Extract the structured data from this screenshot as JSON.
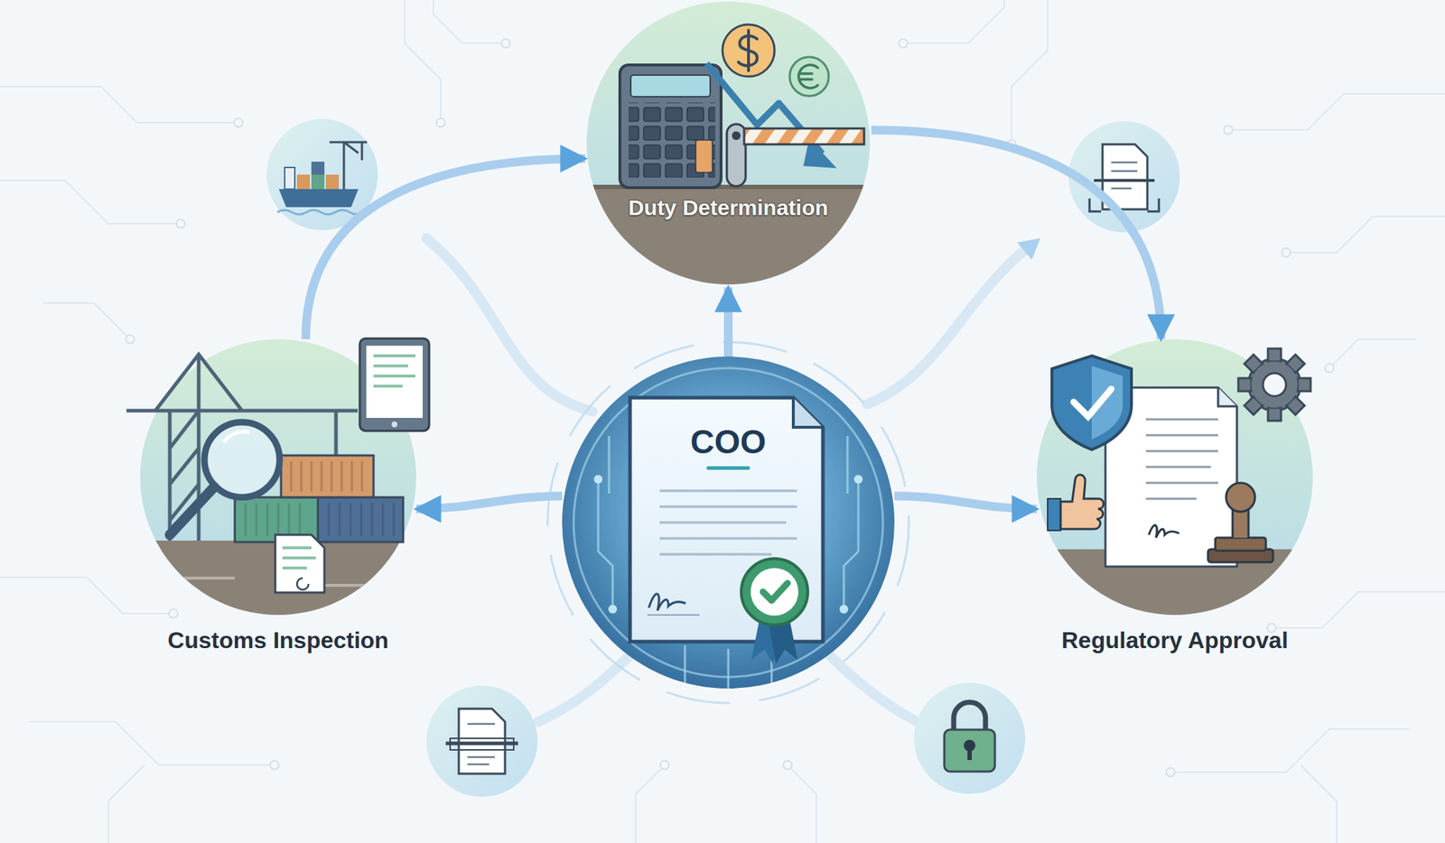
{
  "diagram": {
    "nodes": [
      {
        "text": [
          "Duty Determination"
        ]
      },
      {
        "text": [
          "Customs Inspection"
        ]
      },
      {
        "text": [
          "COO"
        ]
      },
      {
        "text": [
          "Regulatory Approval"
        ]
      }
    ],
    "edges": [
      {
        "from": 1,
        "to": 0,
        "arrow": "to"
      },
      {
        "from": 0,
        "to": 3,
        "arrow": "to"
      },
      {
        "from": 2,
        "to": 0,
        "arrow": "to"
      },
      {
        "from": 2,
        "to": 1,
        "arrow": "to"
      },
      {
        "from": 2,
        "to": 3,
        "arrow": "to"
      }
    ]
  }
}
